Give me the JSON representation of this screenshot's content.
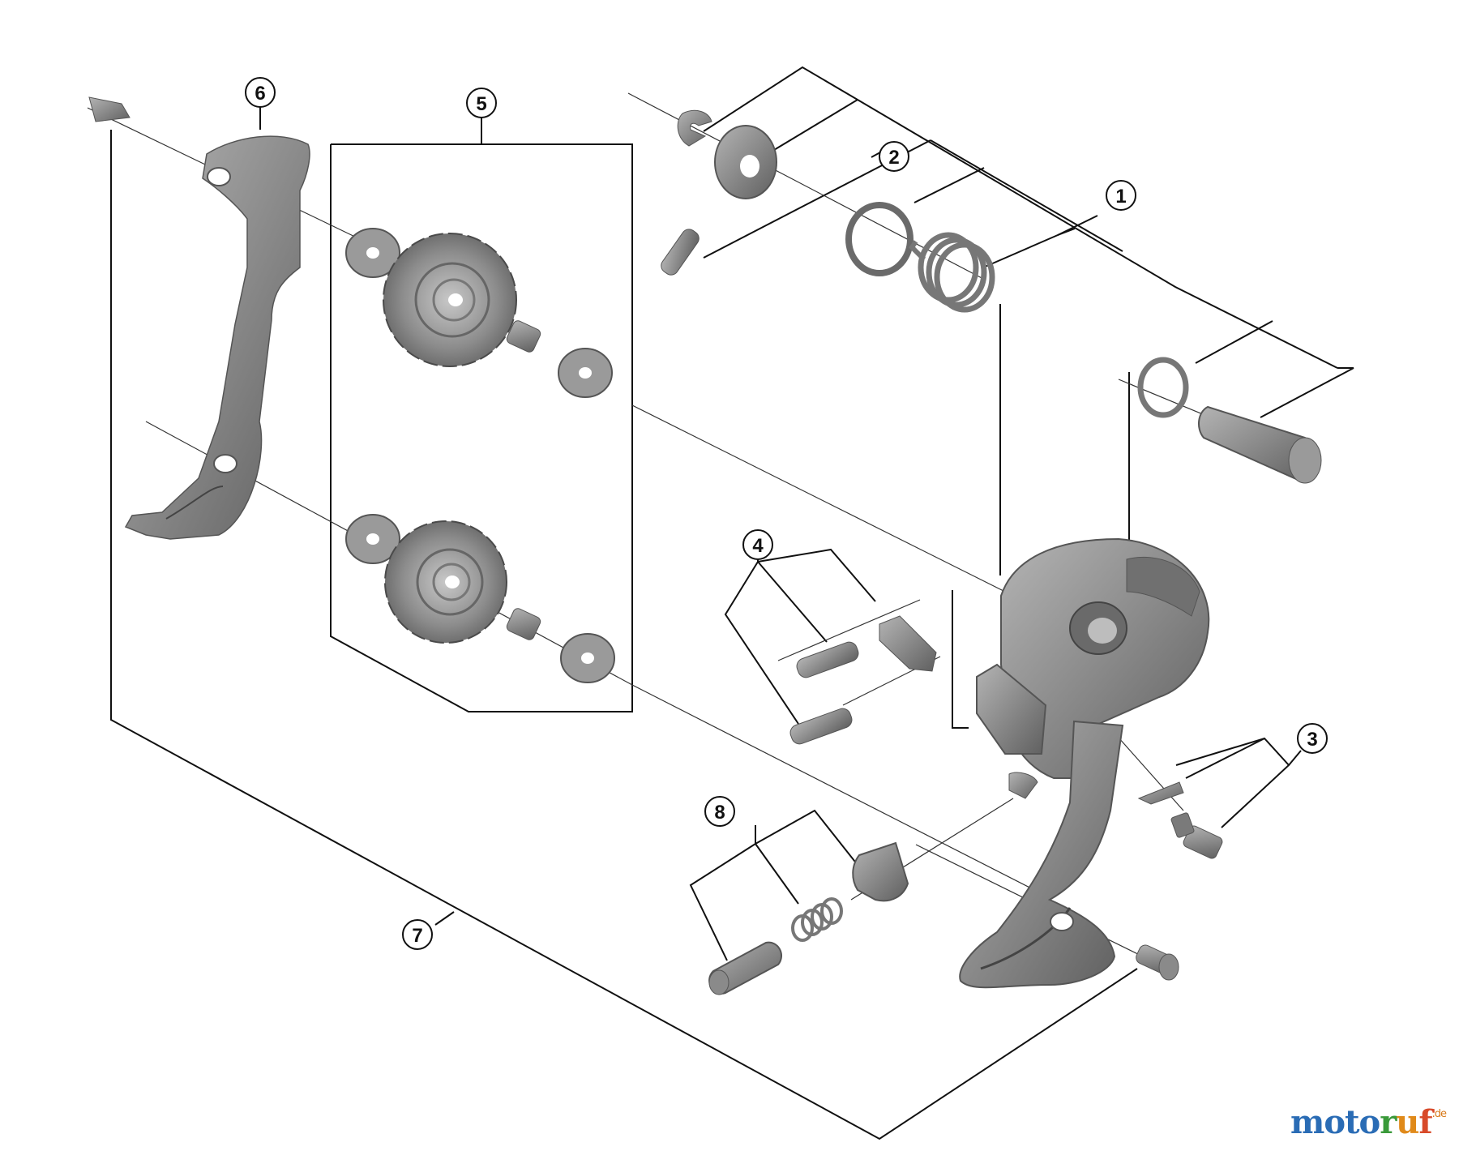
{
  "diagram": {
    "callouts": [
      {
        "id": "1",
        "label": "1"
      },
      {
        "id": "2",
        "label": "2"
      },
      {
        "id": "3",
        "label": "3"
      },
      {
        "id": "4",
        "label": "4"
      },
      {
        "id": "5",
        "label": "5"
      },
      {
        "id": "6",
        "label": "6"
      },
      {
        "id": "7",
        "label": "7"
      },
      {
        "id": "8",
        "label": "8"
      }
    ]
  },
  "watermark": {
    "text": "motoruf",
    "suffix": ".de",
    "letter_colors": [
      "#2a6cb5",
      "#2a6cb5",
      "#2a6cb5",
      "#2a6cb5",
      "#3a9a3a",
      "#e08a1a",
      "#d84a2a"
    ]
  },
  "colors": {
    "line": "#111111",
    "part_fill": "#8c8c8c",
    "part_dark": "#5e5e5e",
    "part_light": "#b8b8b8"
  }
}
